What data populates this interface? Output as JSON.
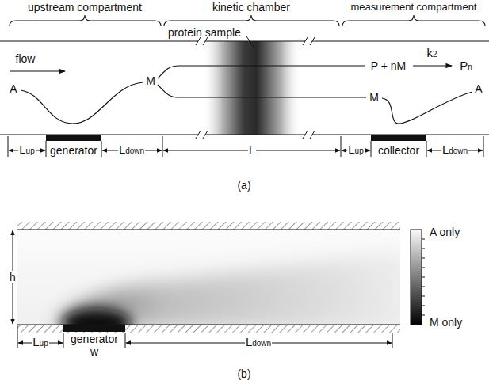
{
  "diagram": {
    "labels": [
      "upstream compartment",
      "kinetic chamber",
      "measurement compartment",
      "flow",
      "protein sample",
      "A",
      "M",
      "P + nM",
      "k2",
      "Pn",
      "M",
      "A",
      "Lup",
      "generator",
      "Ldown",
      "L",
      "Lup",
      "collector",
      "Ldown",
      "(a)",
      "h",
      "Lup",
      "generator",
      "w",
      "Ldown",
      "A only",
      "M only",
      "(b)"
    ]
  }
}
